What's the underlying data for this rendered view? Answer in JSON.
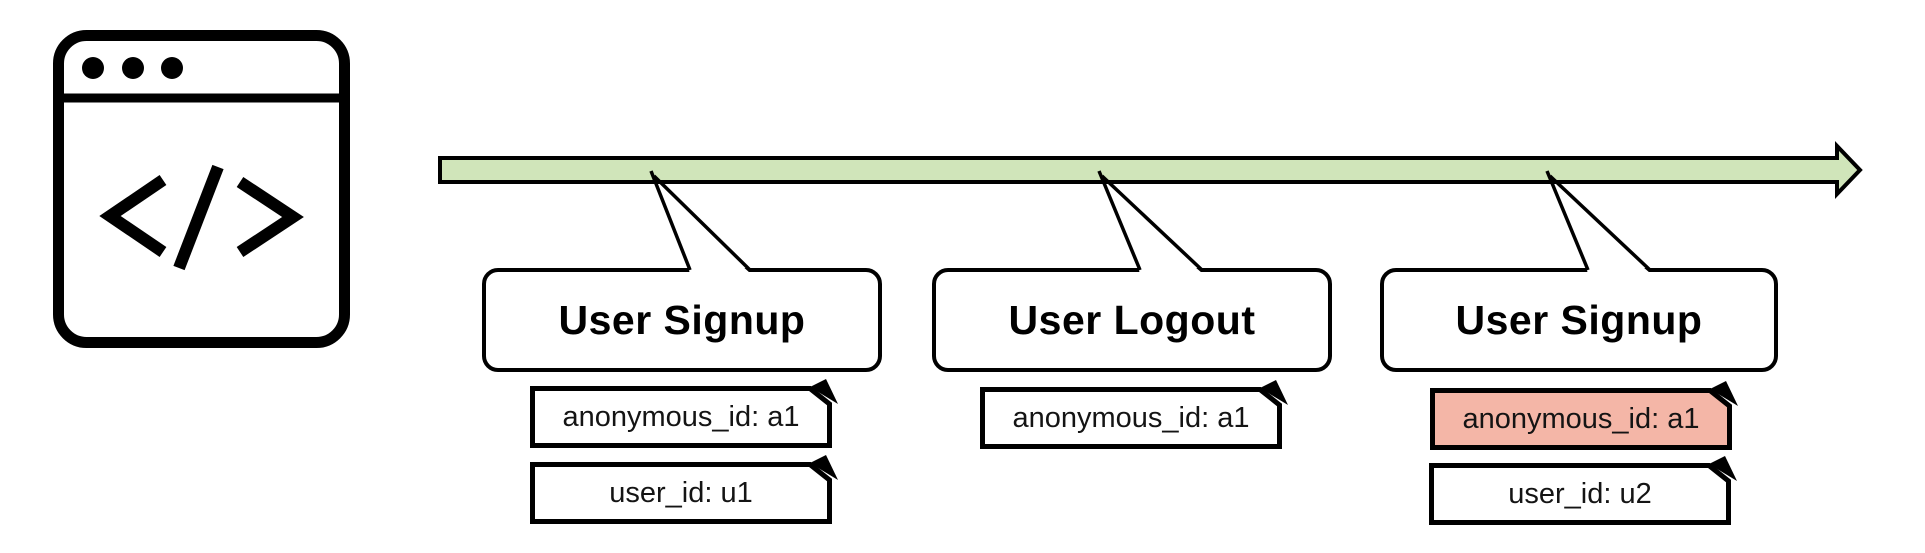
{
  "colors": {
    "timeline_green": "#d0e5ba",
    "highlight_salmon": "#f4b6a7",
    "stroke": "#000000"
  },
  "icons": {
    "source_icon": "browser-code-icon",
    "browser_code_glyph": "</>"
  },
  "timeline": {
    "direction": "left-to-right",
    "tick_count": 3
  },
  "events": [
    {
      "title": "User Signup",
      "properties": [
        {
          "text": "anonymous_id: a1",
          "highlighted": false
        },
        {
          "text": "user_id: u1",
          "highlighted": false
        }
      ]
    },
    {
      "title": "User Logout",
      "properties": [
        {
          "text": "anonymous_id: a1",
          "highlighted": false
        }
      ]
    },
    {
      "title": "User Signup",
      "properties": [
        {
          "text": "anonymous_id: a1",
          "highlighted": true
        },
        {
          "text": "user_id: u2",
          "highlighted": false
        }
      ]
    }
  ]
}
